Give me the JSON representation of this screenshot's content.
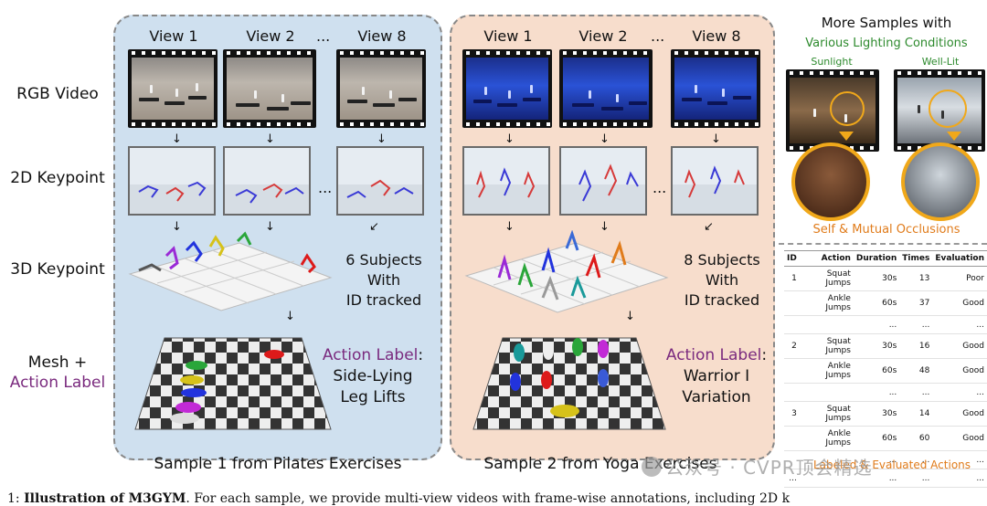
{
  "rows": {
    "rgb": "RGB Video",
    "kp2d": "2D Keypoint",
    "kp3d": "3D Keypoint",
    "mesh_line1": "Mesh +",
    "mesh_line2": "Action Label"
  },
  "pilates": {
    "views": [
      "View 1",
      "View 2",
      "View 8"
    ],
    "ellipsis": "...",
    "subjects": [
      "6 Subjects",
      "With",
      "ID tracked"
    ],
    "action_label": "Action Label",
    "action_colon": ":",
    "action": [
      "Side-Lying",
      "Leg Lifts"
    ],
    "caption": "Sample 1 from Pilates Exercises"
  },
  "yoga": {
    "views": [
      "View 1",
      "View 2",
      "View 8"
    ],
    "ellipsis": "...",
    "subjects": [
      "8 Subjects",
      "With",
      "ID tracked"
    ],
    "action_label": "Action Label",
    "action_colon": ":",
    "action": [
      "Warrior I",
      "Variation"
    ],
    "caption": "Sample 2 from Yoga Exercises"
  },
  "right": {
    "title": "More Samples with",
    "subtitle": "Various Lighting Conditions",
    "sunlight": "Sunlight",
    "welllit": "Well-Lit",
    "occlusions": "Self & Mutual Occlusions",
    "table_caption": "Labeled & Evaluated Actions"
  },
  "table": {
    "headers": [
      "ID",
      "Action",
      "Duration",
      "Times",
      "Evaluation"
    ],
    "rows": [
      [
        "1",
        "Squat Jumps",
        "30s",
        "13",
        "Poor"
      ],
      [
        "",
        "Ankle Jumps",
        "60s",
        "37",
        "Good"
      ],
      [
        "",
        "",
        "...",
        "...",
        "..."
      ],
      [
        "2",
        "Squat Jumps",
        "30s",
        "16",
        "Good"
      ],
      [
        "",
        "Ankle Jumps",
        "60s",
        "48",
        "Good"
      ],
      [
        "",
        "",
        "...",
        "...",
        "..."
      ],
      [
        "3",
        "Squat Jumps",
        "30s",
        "14",
        "Good"
      ],
      [
        "",
        "Ankle Jumps",
        "60s",
        "60",
        "Good"
      ],
      [
        "",
        "",
        "...",
        "...",
        "..."
      ],
      [
        "...",
        "",
        "...",
        "...",
        "..."
      ]
    ]
  },
  "watermark": "公众号 · CVPR顶会精选",
  "figure_text": {
    "prefix": "1: ",
    "bold": "Illustration of M3GYM",
    "rest": ". For each sample, we provide multi-view videos with frame-wise annotations, including 2D k"
  },
  "colors": {
    "pilates_bg": "#cfe0ef",
    "yoga_bg": "#f7ddcc",
    "purple": "#7a2a7e",
    "green": "#2d8a2d",
    "orange": "#e07b1a",
    "ring": "#f0a81a"
  }
}
